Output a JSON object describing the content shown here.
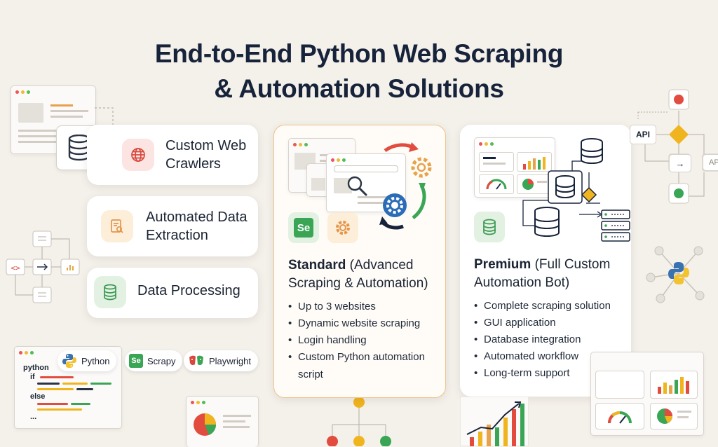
{
  "title": {
    "line1": "End-to-End Python Web Scraping",
    "line2": "& Automation Solutions"
  },
  "features": [
    {
      "line1": "Custom Web",
      "line2": "Crawlers",
      "icon": "globe-icon"
    },
    {
      "line1": "Automated Data",
      "line2": "Extraction",
      "icon": "document-search-icon"
    },
    {
      "label": "Data Processing",
      "icon": "database-icon"
    }
  ],
  "plans": {
    "standard": {
      "name_bold": "Standard",
      "name_rest": " (Advanced",
      "name_line2": "Scraping & Automation)",
      "items": [
        "Up to 3 websites",
        "Dynamic website scraping",
        "Login handling",
        "Custom Python automation",
        "script"
      ],
      "badge": "Se"
    },
    "premium": {
      "name_bold": "Premium",
      "name_rest": " (Full Custom",
      "name_line2": "Automation Bot)",
      "items": [
        "Complete scraping solution",
        "GUI application",
        "Database integration",
        "Automated workflow",
        "Long-term support"
      ]
    }
  },
  "tools": [
    {
      "label": "Python",
      "icon": "python-logo-icon"
    },
    {
      "label": "Scrapy",
      "icon": "selenium-logo-icon",
      "badge": "Se"
    },
    {
      "label": "Playwright",
      "icon": "playwright-logo-icon"
    }
  ],
  "code_snippet": {
    "kw_python": "python",
    "kw_if": "if",
    "kw_else": "else",
    "kw_dots": "..."
  },
  "workflow": {
    "api_label": "API",
    "api_label_partial": "AP",
    "arrow": "→"
  },
  "colors": {
    "background": "#f4f0ea",
    "accent_orange": "#e7a24a",
    "accent_green": "#3aa655",
    "accent_red": "#e24c3f",
    "accent_yellow": "#f0b41e",
    "navy": "#17233a"
  }
}
